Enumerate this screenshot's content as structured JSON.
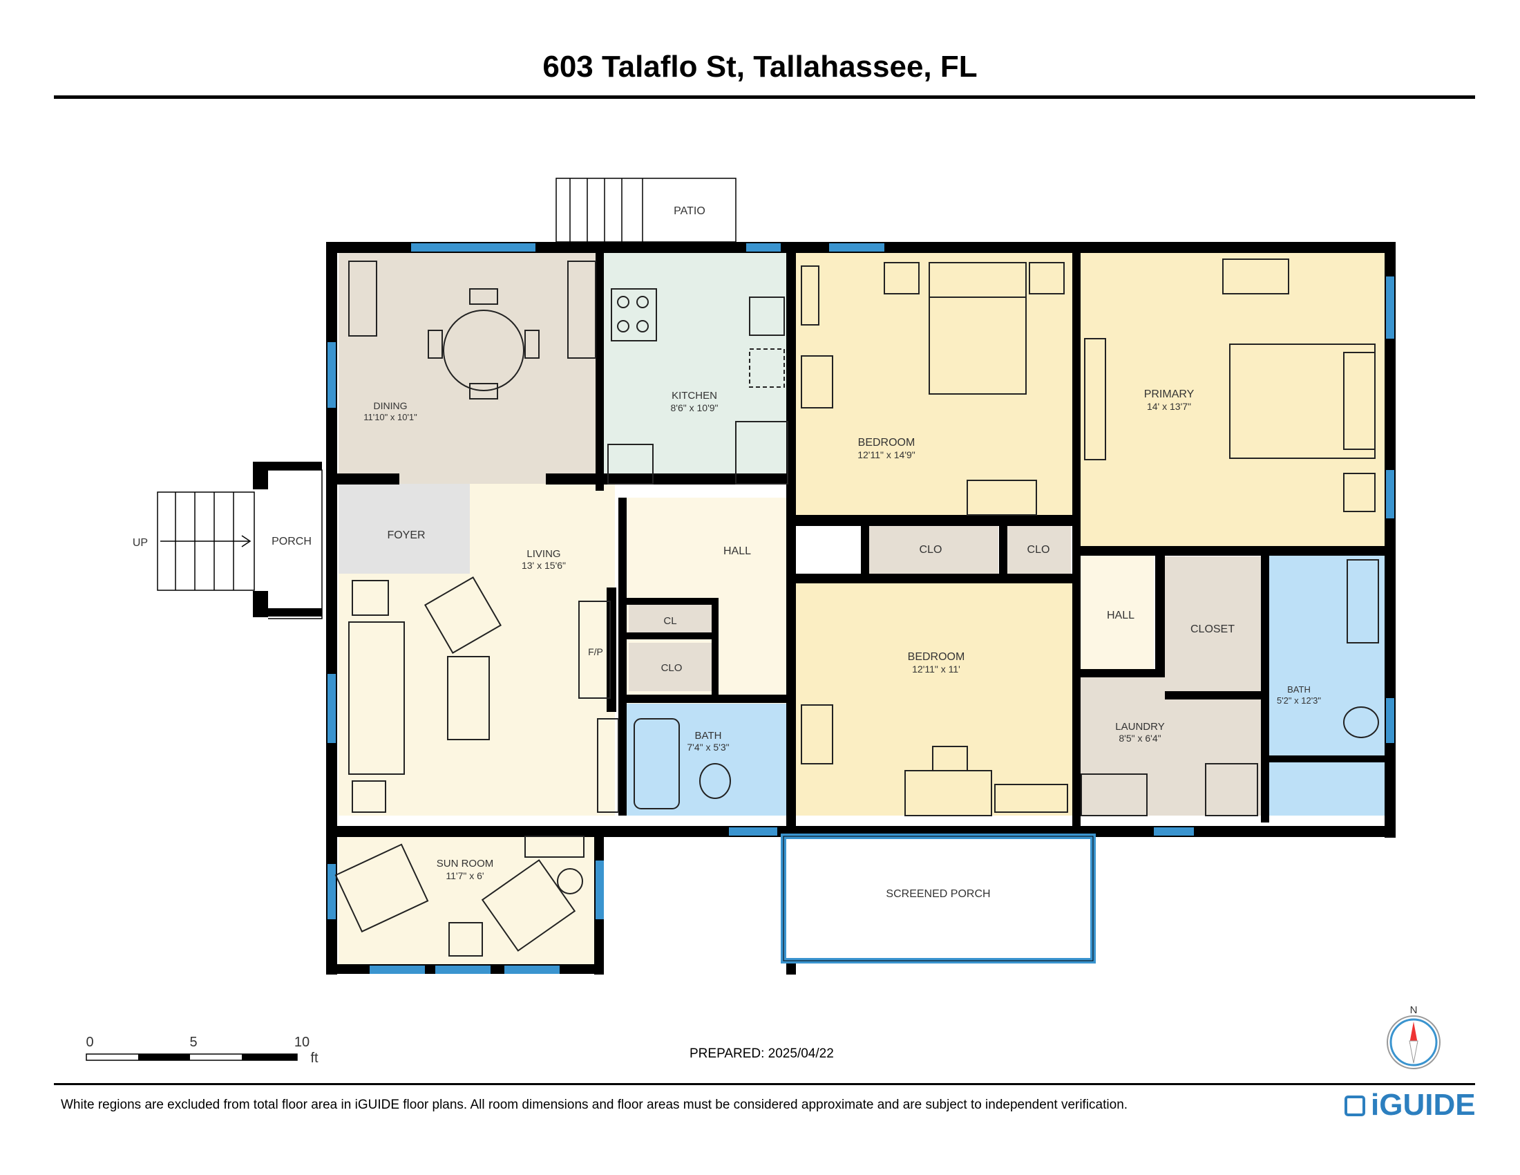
{
  "header": {
    "title": "603 Talaflo St, Tallahassee, FL"
  },
  "rooms": {
    "dining": {
      "name": "DINING",
      "dim": "11'10\" x 10'1\""
    },
    "kitchen": {
      "name": "KITCHEN",
      "dim": "8'6\" x 10'9\""
    },
    "bedroom1": {
      "name": "BEDROOM",
      "dim": "12'11\" x 14'9\""
    },
    "primary": {
      "name": "PRIMARY",
      "dim": "14' x 13'7\""
    },
    "foyer": {
      "name": "FOYER"
    },
    "living": {
      "name": "LIVING",
      "dim": "13' x 15'6\""
    },
    "hall1": {
      "name": "HALL"
    },
    "clo_a": {
      "name": "CLO"
    },
    "clo_b": {
      "name": "CLO"
    },
    "cl": {
      "name": "CL"
    },
    "clo_c": {
      "name": "CLO"
    },
    "fp": {
      "name": "F/P"
    },
    "bath1": {
      "name": "BATH",
      "dim": "7'4\" x 5'3\""
    },
    "bedroom2": {
      "name": "BEDROOM",
      "dim": "12'11\" x 11'"
    },
    "hall2": {
      "name": "HALL"
    },
    "closet": {
      "name": "CLOSET"
    },
    "laundry": {
      "name": "LAUNDRY",
      "dim": "8'5\" x 6'4\""
    },
    "bath2": {
      "name": "BATH",
      "dim": "5'2\" x 12'3\""
    },
    "sunroom": {
      "name": "SUN ROOM",
      "dim": "11'7\" x 6'"
    },
    "screened_porch": {
      "name": "SCREENED PORCH"
    },
    "porch": {
      "name": "PORCH"
    },
    "patio": {
      "name": "PATIO"
    },
    "up": {
      "name": "UP"
    }
  },
  "scale": {
    "ticks": [
      "0",
      "5",
      "10"
    ],
    "unit": "ft"
  },
  "compass": {
    "label": "N"
  },
  "footer": {
    "prepared": "PREPARED: 2025/04/22",
    "disclaimer": "White regions are excluded from total floor area in iGUIDE floor plans. All room dimensions and floor areas must be considered approximate and are subject to independent verification.",
    "brand": "iGUIDE"
  },
  "colors": {
    "dining": "#e6dfd3",
    "kitchen": "#e4efe8",
    "bedroom": "#fbeec3",
    "primary": "#fbeec3",
    "living": "#fcf6e1",
    "hall": "#fdf7e4",
    "closet": "#e5ded3",
    "bath": "#bde0f7",
    "foyer": "#e3e3e3",
    "wall": "#000000",
    "window": "#3a94cf",
    "brand": "#2c7fbf"
  }
}
